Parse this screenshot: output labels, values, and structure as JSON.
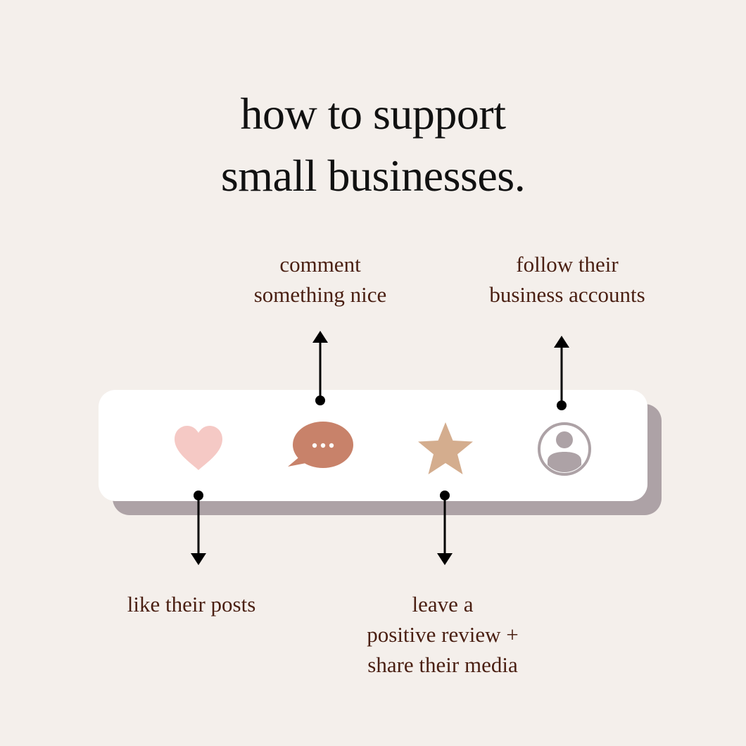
{
  "title": {
    "line1": "how to support",
    "line2": "small businesses."
  },
  "labels": {
    "comment": {
      "line1": "comment",
      "line2": "something nice"
    },
    "follow": {
      "line1": "follow their",
      "line2": "business accounts"
    },
    "like": {
      "line1": "like their posts"
    },
    "review": {
      "line1": "leave a",
      "line2": "positive review +",
      "line3": "share their media"
    }
  },
  "icons": {
    "heart": "heart-icon",
    "comment": "speech-bubble-icon",
    "star": "star-icon",
    "profile": "profile-icon"
  },
  "colors": {
    "background": "#f4efeb",
    "title": "#111111",
    "label": "#4a1f12",
    "heart": "#f5c9c5",
    "comment": "#c8826a",
    "star": "#d4ad8e",
    "profile": "#ada2a6",
    "bar_shadow": "#ada2a6",
    "arrow": "#000000"
  }
}
